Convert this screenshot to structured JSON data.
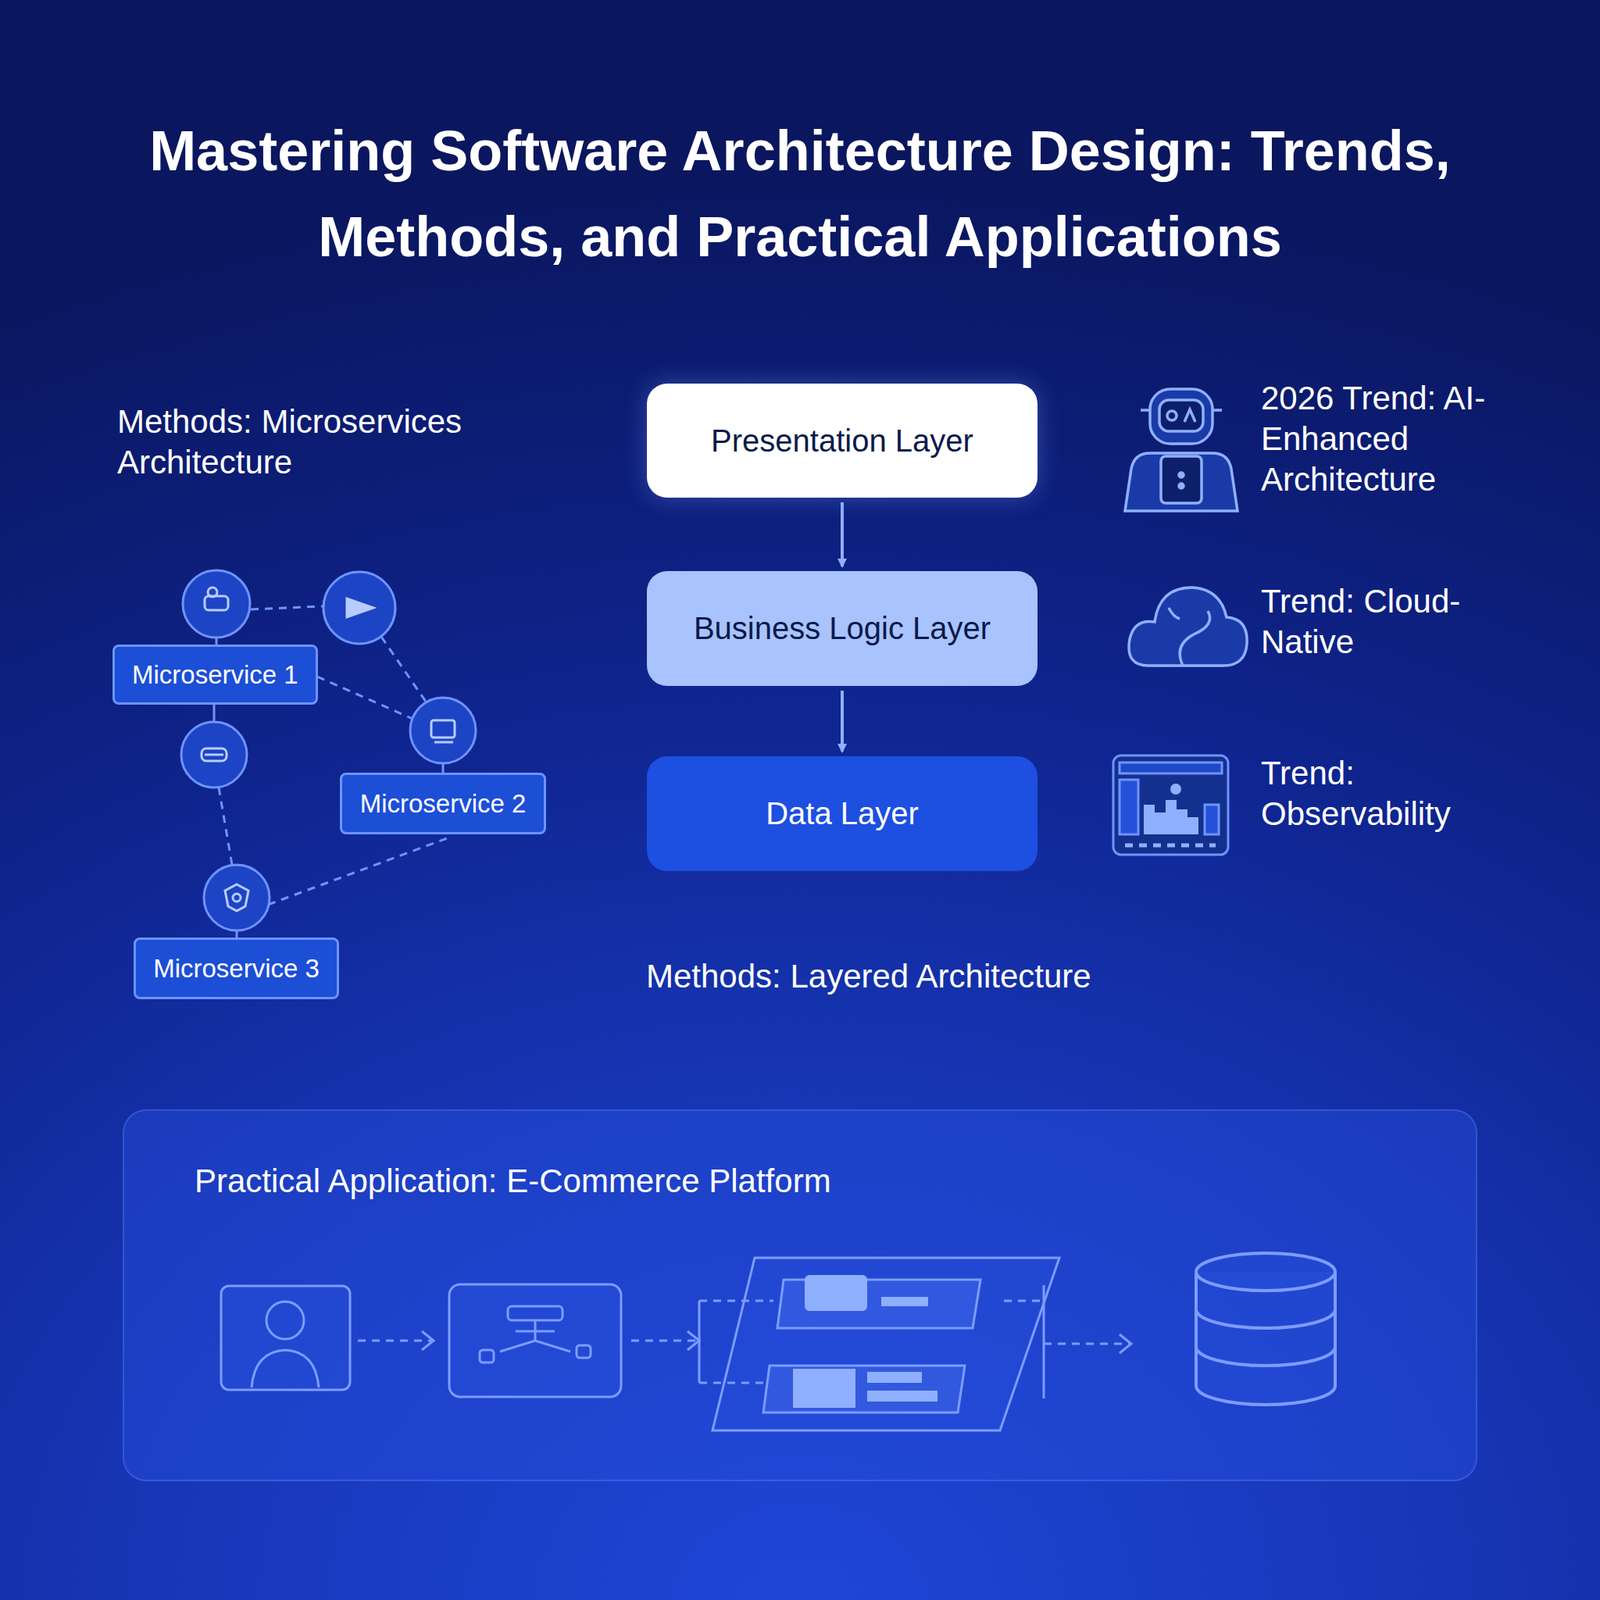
{
  "diagram": {
    "title": "Mastering Software Architecture Design: Trends, Methods, and Practical Applications",
    "nodes": [
      {
        "text": [
          "Presentation Layer"
        ]
      },
      {
        "text": [
          "Business Logic Layer"
        ]
      },
      {
        "text": [
          "Data Layer"
        ]
      },
      {
        "text": [
          "Microservice 1"
        ]
      },
      {
        "text": [
          "Microservice 2"
        ]
      },
      {
        "text": [
          "Microservice 3"
        ]
      },
      {
        "text": [
          "Practical Application: E-Commerce Platform"
        ]
      }
    ],
    "edges": [
      {
        "from": 0,
        "to": 1,
        "arrow": "to"
      },
      {
        "from": 1,
        "to": 2,
        "arrow": "to"
      }
    ],
    "labels": [
      "Methods: Microservices Architecture",
      "Methods: Layered Architecture",
      "2026 Trend: AI-Enhanced Architecture",
      "Trend: Cloud-Native",
      "Trend: Observability"
    ]
  }
}
